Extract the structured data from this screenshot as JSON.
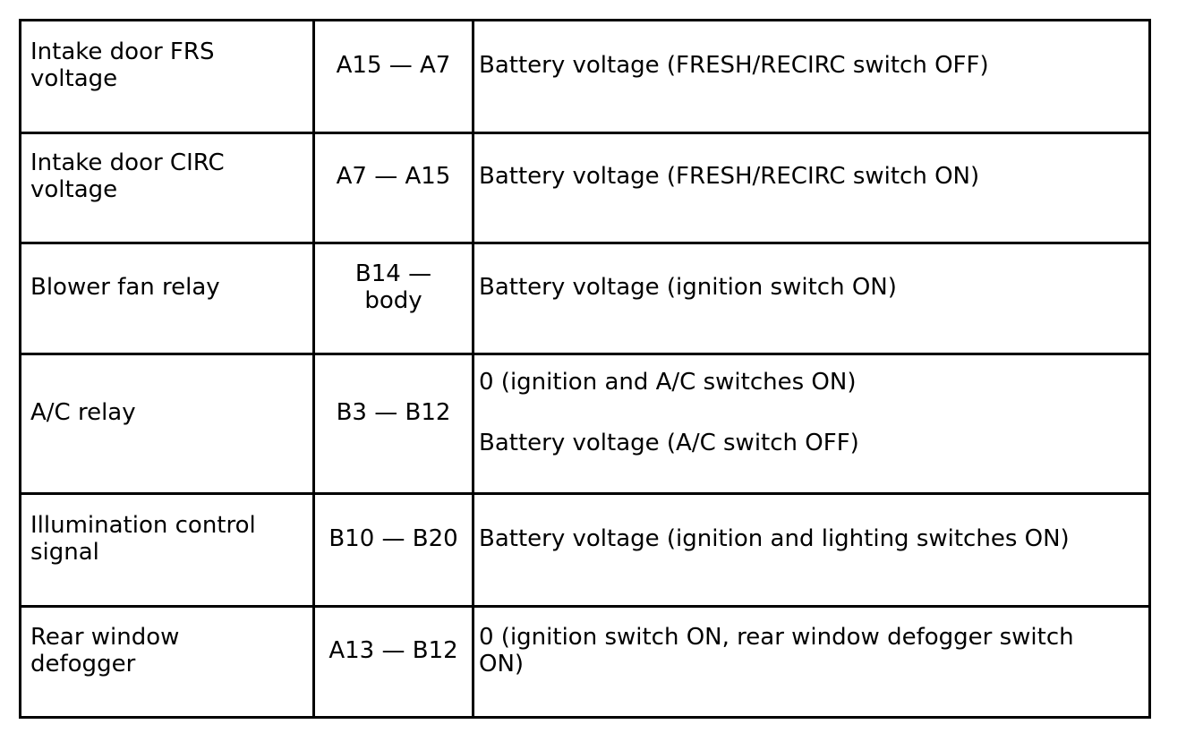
{
  "table": {
    "border_color": "#000000",
    "text_color": "#000000",
    "background_color": "#ffffff",
    "columns": [
      "item",
      "terminals",
      "value"
    ],
    "rows": [
      {
        "item": "Intake door FRS voltage",
        "terminals": "A15 — A7",
        "values": [
          "Battery voltage (FRESH/RECIRC switch OFF)"
        ]
      },
      {
        "item": "Intake door CIRC voltage",
        "terminals": "A7 — A15",
        "values": [
          "Battery voltage (FRESH/RECIRC switch ON)"
        ]
      },
      {
        "item": "Blower fan relay",
        "terminals": "B14 — body",
        "values": [
          "Battery voltage (ignition switch ON)"
        ]
      },
      {
        "item": "A/C relay",
        "terminals": "B3 — B12",
        "values": [
          "0 (ignition and A/C switches ON)",
          "Battery voltage (A/C switch OFF)"
        ]
      },
      {
        "item": "Illumination control signal",
        "terminals": "B10 — B20",
        "values": [
          "Battery voltage (ignition and lighting switches ON)"
        ]
      },
      {
        "item": "Rear window defogger",
        "terminals": "A13 — B12",
        "values": [
          "0 (ignition switch ON, rear window defogger switch ON)"
        ]
      }
    ]
  }
}
